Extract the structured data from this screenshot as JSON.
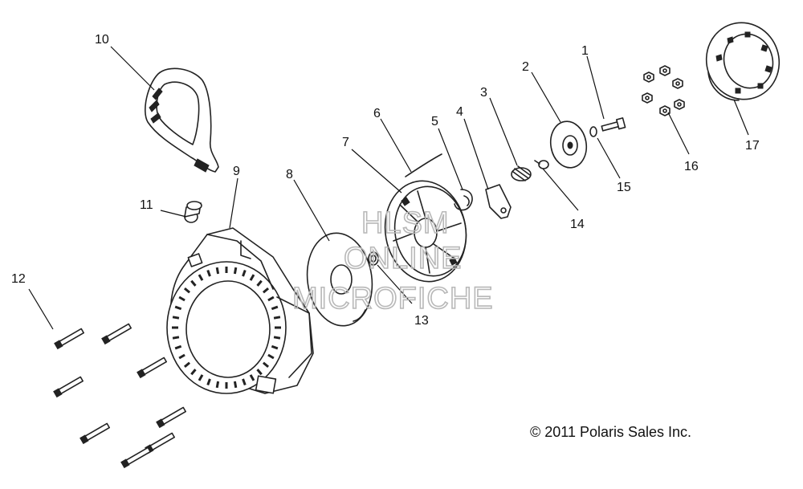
{
  "callouts": {
    "c1": "1",
    "c2": "2",
    "c3": "3",
    "c4": "4",
    "c5": "5",
    "c6": "6",
    "c7": "7",
    "c8": "8",
    "c9": "9",
    "c10": "10",
    "c11": "11",
    "c12": "12",
    "c13": "13",
    "c14": "14",
    "c15": "15",
    "c16": "16",
    "c17": "17"
  },
  "watermark": {
    "line1": "HLSM",
    "line2": "ONLINE",
    "line3": "MICROFICHE"
  },
  "copyright": "© 2011 Polaris Sales Inc."
}
